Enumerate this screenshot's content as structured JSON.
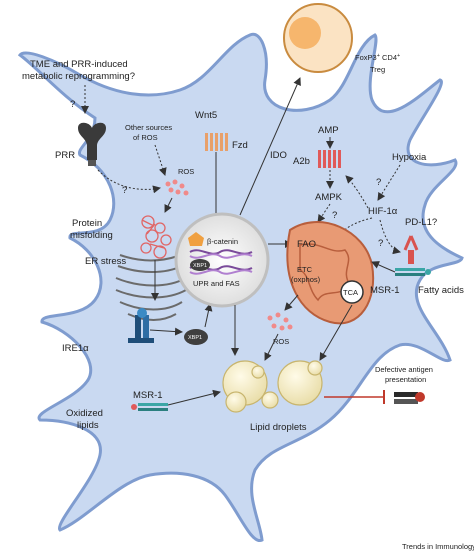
{
  "labels": {
    "treg": "FoxP3",
    "treg_sup": "+",
    "treg_cd4": " CD4",
    "treg_cd4_sup": "+",
    "treg_line2": "Treg",
    "tme": "TME and PRR-induced",
    "tme_line2": "metabolic reprogramming?",
    "prr": "PRR",
    "other_ros": "Other sources",
    "other_ros_line2": "of ROS",
    "ros_top": "ROS",
    "wnt5": "Wnt5",
    "fzd": "Fzd",
    "ido": "IDO",
    "amp": "AMP",
    "a2b": "A2b",
    "ampk": "AMPK",
    "hypoxia": "Hypoxia",
    "hif": "HIF-1α",
    "pdl1": "PD-L1?",
    "protein_misfolding": "Protein",
    "protein_misfolding_line2": "misfolding",
    "er_stress": "ER stress",
    "ire1a": "IRE1α",
    "xbp1": "XBP1",
    "beta_catenin": "β-catenin",
    "xbp1_nucleus": "XBP1",
    "upr_fas": "UPR and FAS",
    "fao": "FAO",
    "etc": "ETC",
    "etc_line2": "(oxphos)",
    "tca": "TCA",
    "msr1_right": "MSR-1",
    "fatty_acids": "Fatty acids",
    "ros_bottom": "ROS",
    "msr1_left": "MSR-1",
    "oxidized": "Oxidized",
    "oxidized_line2": "lipids",
    "lipid_droplets": "Lipid droplets",
    "defective": "Defective antigen",
    "defective_line2": "presentation",
    "q1": "?",
    "q2": "?",
    "q3": "?",
    "q4": "?",
    "q5": "?",
    "credit": "Trends in Immunology"
  },
  "colors": {
    "cell_fill": "#c9d9f1",
    "cell_stroke": "#7f9ccf",
    "treg_fill": "#f6b66d",
    "mito_fill": "#e89a74",
    "ros_color": "#f08a8a",
    "lipid_fill": "#f4ebc4",
    "inhibit": "#c0392b"
  }
}
